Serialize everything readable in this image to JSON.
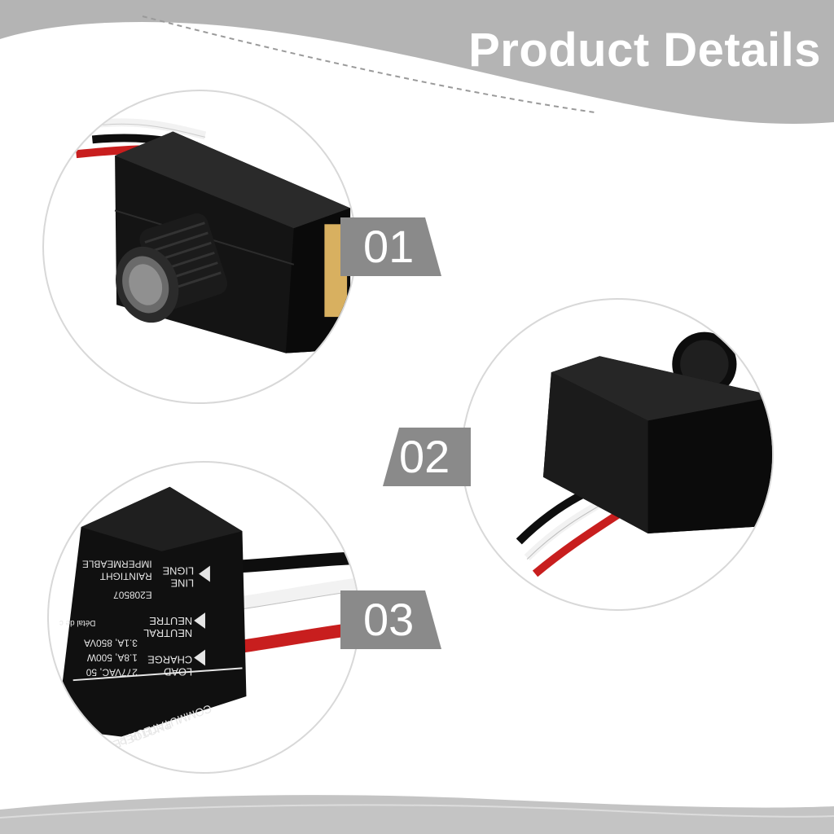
{
  "header": {
    "title": "Product Details",
    "band_color": "#b4b4b4"
  },
  "details": [
    {
      "number": "01",
      "icon": "photocell-lens-view"
    },
    {
      "number": "02",
      "icon": "photocell-wire-side-view"
    },
    {
      "number": "03",
      "icon": "photocell-label-side-view"
    }
  ],
  "device_label": {
    "line_1": "LIGNE",
    "line_2": "LINE",
    "neutral_1": "NEUTRE",
    "neutral_2": "NEUTRAL",
    "load_1": "CHARGE",
    "load_2": "LOAD",
    "spec_1": "IMPERMEABLE",
    "spec_2": "RAINTIGHT",
    "spec_3": "E208507",
    "spec_4": "Détal de c",
    "spec_5": "3.1A, 850VA",
    "spec_6": "1.8A, 500W",
    "spec_7": "277VAC, 50",
    "spec_8": "COMMUTATEUR P",
    "spec_9": "PHOTOELE"
  },
  "colors": {
    "tag": "#8a8a8a",
    "device": "#111111",
    "wire_red": "#c81e1e",
    "wire_white": "#f2f2f2",
    "wire_black": "#0e0e0e",
    "gold_pad": "#d8b060"
  }
}
